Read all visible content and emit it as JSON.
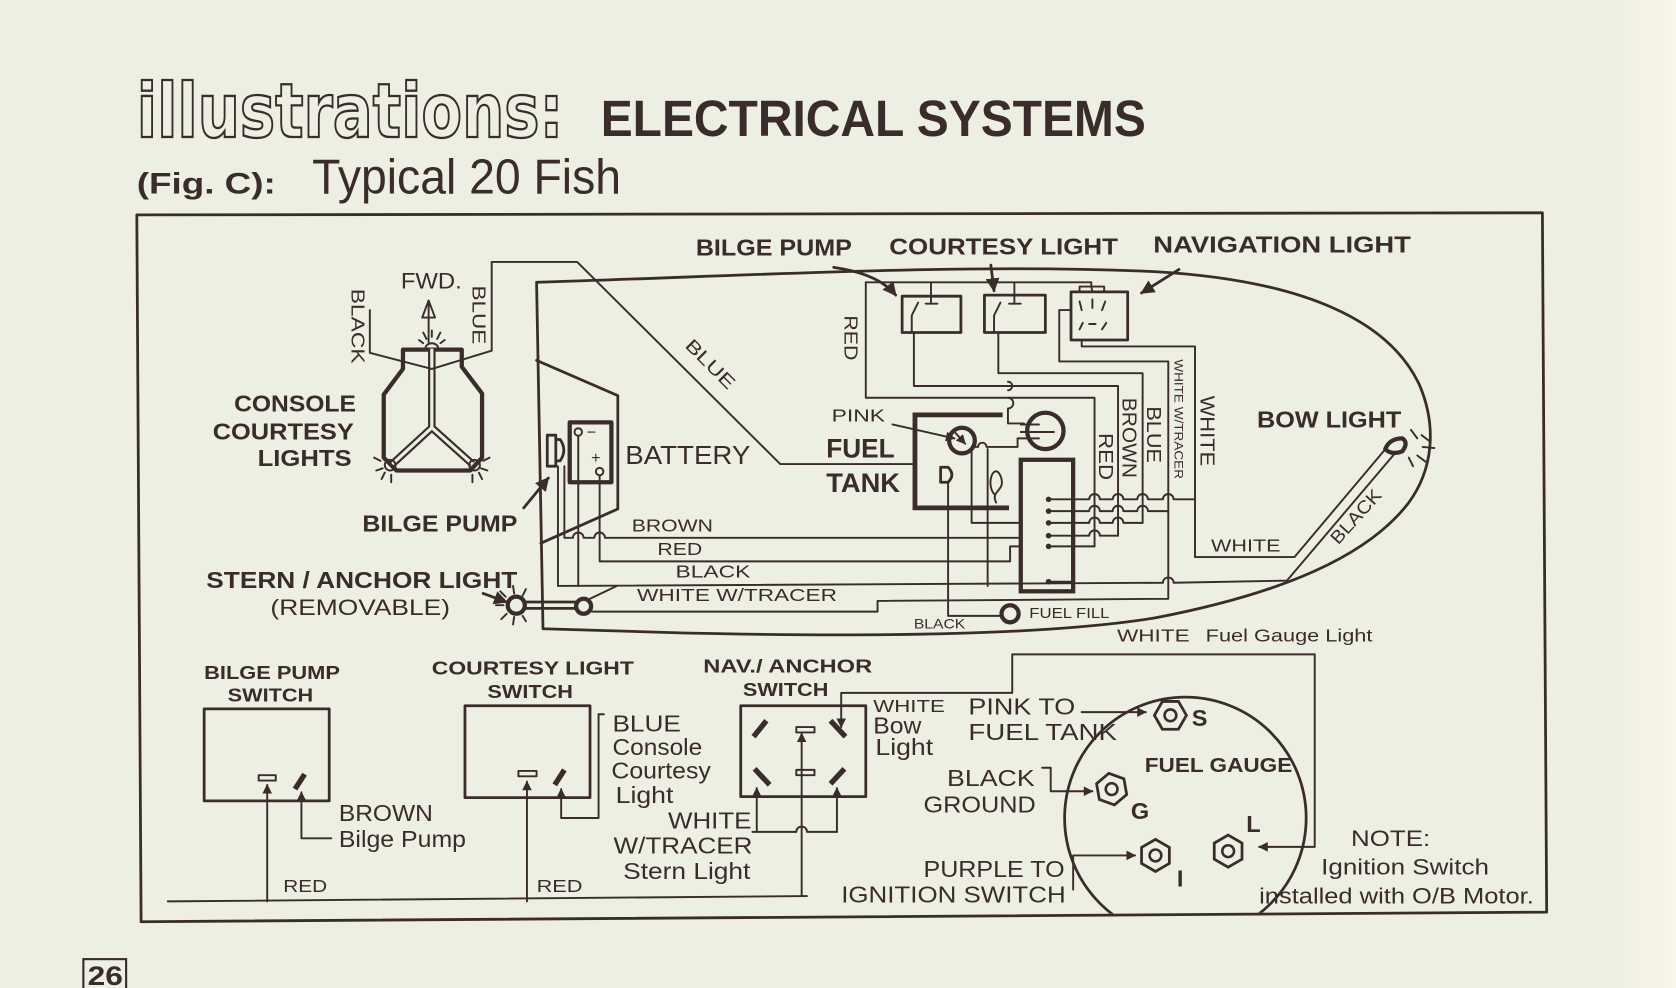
{
  "page": {
    "title_decorative": "illustrations:",
    "title": "ELECTRICAL SYSTEMS",
    "figure_label": "(Fig. C):",
    "figure_title": "Typical 20 Fish",
    "page_number": "26"
  },
  "colors": {
    "ink": "#3a2c2a",
    "paper": "#edefe3"
  },
  "boat": {
    "fwd": "FWD.",
    "console_lights": {
      "lines": [
        "CONSOLE",
        "COURTESY",
        "LIGHTS"
      ],
      "wire_black": "BLACK",
      "wire_blue": "BLUE"
    },
    "blue_run": "BLUE",
    "red_feed": "RED",
    "dash_components": {
      "bilge_pump": "BILGE PUMP",
      "courtesy_light": "COURTESY LIGHT",
      "navigation_light": "NAVIGATION LIGHT"
    },
    "battery": {
      "label": "BATTERY",
      "neg": "−",
      "pos": "+"
    },
    "bilge_pump": "BILGE PUMP",
    "stern_light": {
      "name": "STERN / ANCHOR LIGHT",
      "note": "(REMOVABLE)"
    },
    "harness": [
      "BROWN",
      "RED",
      "BLACK",
      "WHITE W/TRACER"
    ],
    "fuel_tank": {
      "pink": "PINK",
      "line1": "FUEL",
      "line2": "TANK"
    },
    "bundle": [
      "RED",
      "BROWN",
      "BLUE",
      "WHITE W/TRACER",
      "WHITE"
    ],
    "bow_light": {
      "label": "BOW LIGHT",
      "white": "WHITE",
      "black": "BLACK"
    },
    "fuel_fill": {
      "label": "FUEL FILL",
      "wire": "BLACK"
    }
  },
  "switch_panel": {
    "bilge_pump_switch": {
      "title": [
        "BILGE PUMP",
        "SWITCH"
      ],
      "out": [
        "BROWN",
        "Bilge Pump"
      ],
      "in": "RED"
    },
    "courtesy_light_switch": {
      "title": [
        "COURTESY LIGHT",
        "SWITCH"
      ],
      "out": [
        "BLUE",
        "Console",
        "Courtesy",
        "Light"
      ],
      "in": "RED"
    },
    "nav_anchor_switch": {
      "title": [
        "NAV./ ANCHOR",
        "SWITCH"
      ],
      "out_bow": [
        "WHITE",
        "Bow",
        "Light"
      ],
      "out_stern": [
        "WHITE",
        "W/TRACER",
        "Stern Light"
      ]
    }
  },
  "fuel_gauge": {
    "title": "FUEL GAUGE",
    "light_wire": "WHITE",
    "light_label": "Fuel Gauge Light",
    "terminals": [
      "S",
      "G",
      "I",
      "L"
    ],
    "pink": [
      "PINK TO",
      "FUEL TANK"
    ],
    "black": [
      "BLACK",
      "GROUND"
    ],
    "purple": [
      "PURPLE TO",
      "IGNITION SWITCH"
    ]
  },
  "note": [
    "NOTE:",
    "Ignition Switch",
    "installed with O/B Motor."
  ]
}
